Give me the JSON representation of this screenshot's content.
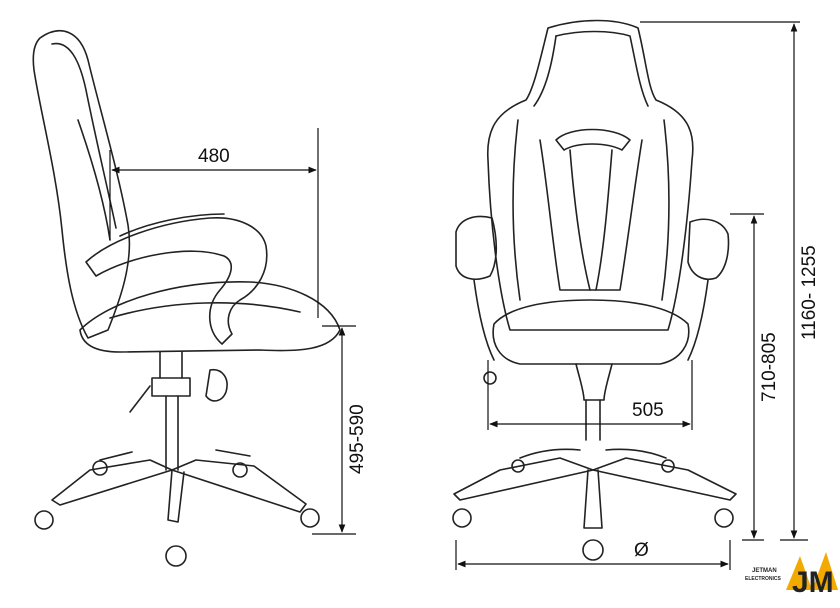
{
  "dimensions": {
    "seat_depth": "480",
    "seat_height": "495-590",
    "seat_width": "505",
    "armrest_height": "710-805",
    "total_height": "1160- 1255",
    "base_diameter": "Ø"
  },
  "logo": {
    "line1": "JETMAN",
    "line2": "ELECTRONICS",
    "mark": "JM"
  },
  "colors": {
    "line": "#222222",
    "logo_accent": "#f2a900"
  }
}
